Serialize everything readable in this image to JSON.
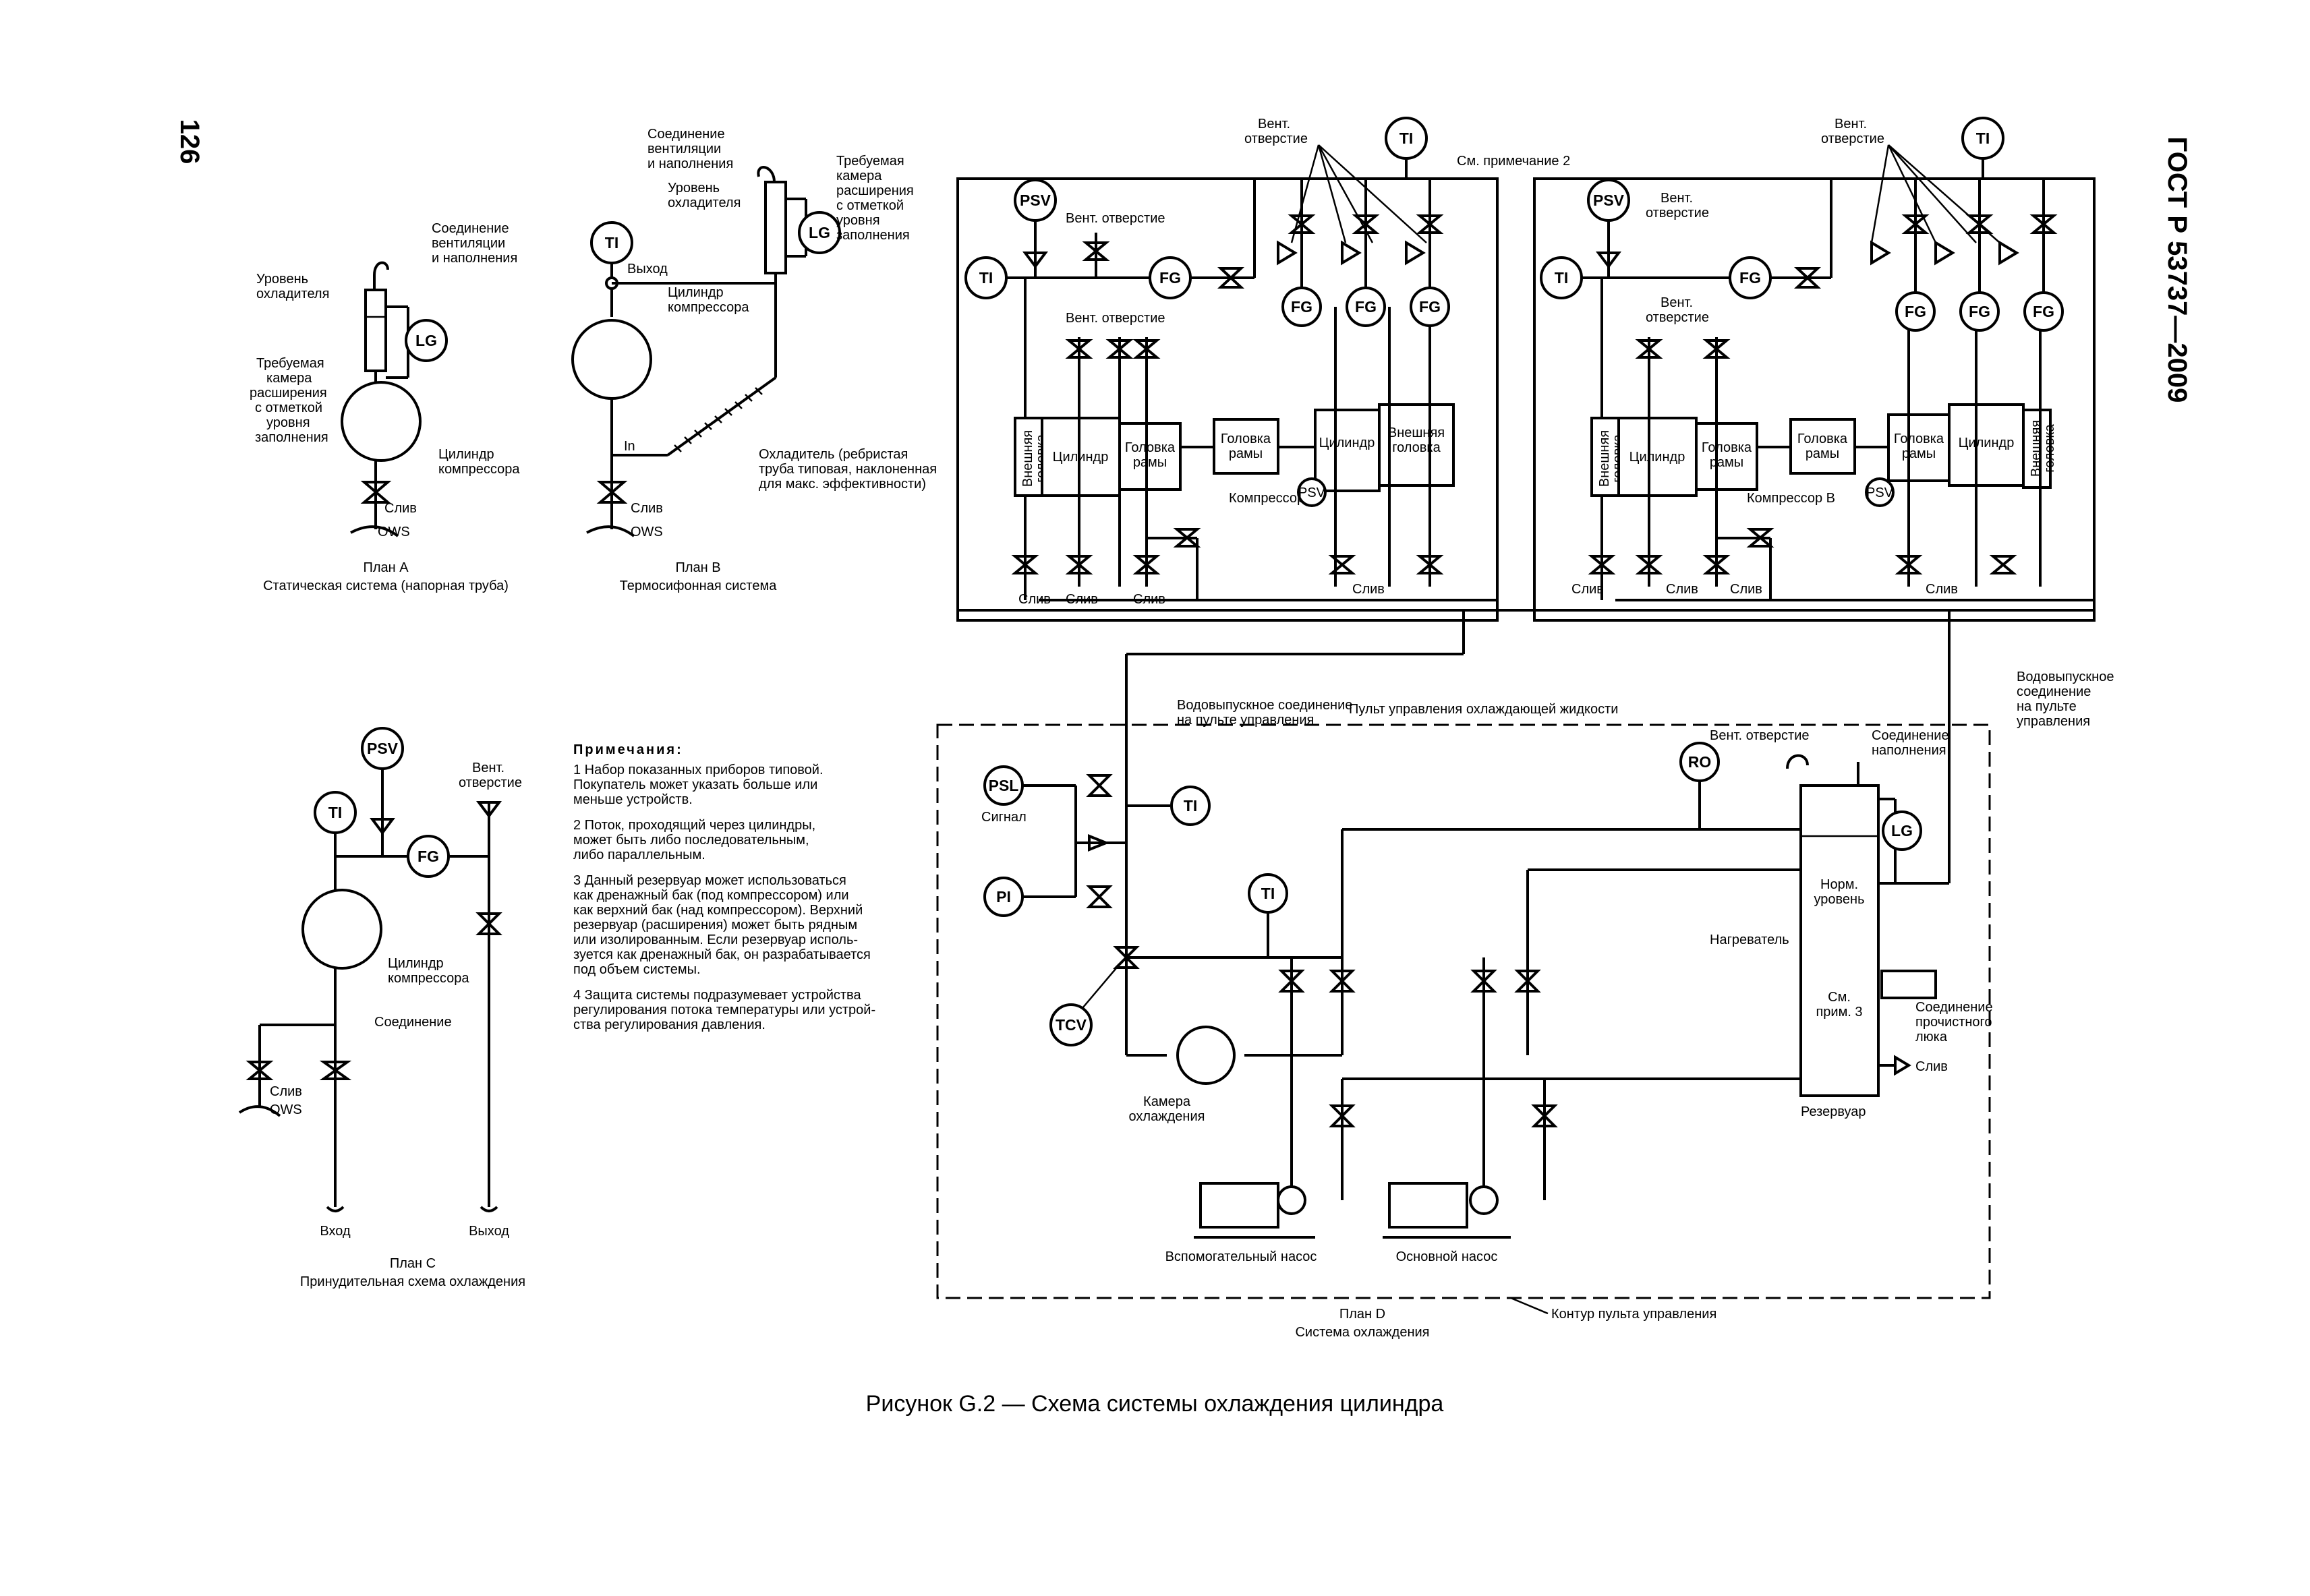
{
  "page_number": "126",
  "standard": "ГОСТ Р 53737—2009",
  "figure_caption": "Рисунок G.2 — Схема системы охлаждения цилиндра",
  "plan_a": {
    "title": "План А",
    "subtitle": "Статическая система (напорная труба)",
    "fill_vent": "Соединение\nвентиляции\nи наполнения",
    "coolant_level": "Уровень\nохладителя",
    "expansion": "Требуемая\nкамера\nрасширения\nс отметкой\nуровня\nзаполнения",
    "cylinder": "Цилиндр\nкомпрессора",
    "drain": "Слив",
    "ows": "OWS",
    "lg": "LG"
  },
  "plan_b": {
    "title": "План В",
    "subtitle": "Термосифонная система",
    "fill_vent": "Соединение\nвентиляции\nи наполнения",
    "coolant_level": "Уровень\nохладителя",
    "expansion": "Требуемая\nкамера\nрасширения\nс отметкой\nуровня\nзаполнения",
    "outlet": "Выход",
    "inlet": "In",
    "cylinder": "Цилиндр\nкомпрессора",
    "cooler": "Охладитель (ребристая\nтруба типовая, наклоненная\nдля макс. эффективности)",
    "drain": "Слив",
    "ows": "OWS",
    "ti": "TI",
    "lg": "LG"
  },
  "plan_c": {
    "title": "План С",
    "subtitle": "Принудительная схема охлаждения",
    "psv": "PSV",
    "ti": "TI",
    "fg": "FG",
    "vent": "Вент.\nотверстие",
    "cylinder": "Цилиндр\nкомпрессора",
    "connection": "Соединение",
    "drain": "Слив",
    "ows": "OWS",
    "inlet": "Вход",
    "outlet": "Выход"
  },
  "notes": {
    "heading": "Примечания:",
    "items": [
      "1 Набор показанных приборов типовой.\nПокупатель может указать больше или\nменьше устройств.",
      "2 Поток, проходящий через цилиндры,\nможет быть либо последовательным,\nлибо параллельным.",
      "3 Данный резервуар может использоваться\nкак дренажный бак (под компрессором) или\nкак верхний бак (над компрессором). Верхний\nрезервуар (расширения) может быть рядным\nили изолированным. Если резервуар исполь-\nзуется как дренажный бак, он разрабатывается\nпод объем системы.",
      "4 Защита системы подразумевает устройства\nрегулирования потока температуры или устрой-\nства регулирования давления."
    ]
  },
  "compressor_a": {
    "title": "Компрессор A",
    "vent_top": "Вент.\nотверстие",
    "see_note": "См. примечание 2",
    "vent": "Вент. отверстие",
    "vent2": "Вент. отверстие",
    "outer_head_left": "Внешняя\nголовка",
    "cylinder_left": "Цилиндр",
    "frame_head_left": "Головка\nрамы",
    "frame_head_mid": "Головка\nрамы",
    "cylinder_right": "Цилиндр",
    "outer_head_right": "Внешняя\nголовка",
    "drains": [
      "Слив",
      "Слив",
      "Слив",
      "Слив"
    ],
    "psv": "PSV",
    "psv_small": "PSV",
    "ti": "TI",
    "ti_top": "TI",
    "fg": "FG",
    "fg_list": [
      "FG",
      "FG",
      "FG"
    ]
  },
  "compressor_b": {
    "title": "Компрессор В",
    "vent_top": "Вент.\nотверстие",
    "vent": "Вент.\nотверстие",
    "vent2": "Вент.\nотверстие",
    "outer_head_left": "Внешняя\nголовка",
    "cylinder_left": "Цилиндр",
    "frame_head_left": "Головка\nрамы",
    "frame_head_mid": "Головка\nрамы",
    "frame_head_right": "Головка\nрамы",
    "cylinder_right": "Цилиндр",
    "outer_head_right": "Внешняя\nголовка",
    "drains": [
      "Слив",
      "Слив",
      "Слив",
      "Слив"
    ],
    "psv": "PSV",
    "psv_small": "PSV",
    "ti": "TI",
    "ti_top": "TI",
    "fg": "FG",
    "fg_list": [
      "FG",
      "FG",
      "FG"
    ]
  },
  "plan_d": {
    "title": "План D",
    "subtitle": "Система охлаждения",
    "panel_title": "Пульт управления охлаждающей жидкости",
    "drain_conn_left": "Водовыпускное соединение\nна пульте управления",
    "drain_conn_right": "Водовыпускное\nсоединение\nна пульте\nуправления",
    "panel_contour": "Контур пульта управления",
    "psl": "PSL",
    "signal": "Сигнал",
    "pi": "PI",
    "ti1": "TI",
    "ti2": "TI",
    "tcv": "TCV",
    "ro": "RO",
    "lg": "LG",
    "cooling_chamber": "Камера\nохлаждения",
    "aux_pump": "Вспомогательный насос",
    "main_pump": "Основной насос",
    "heater": "Нагреватель",
    "vent": "Вент. отверстие",
    "fill_conn": "Соединение\nнаполнения",
    "norm_level": "Норм.\nуровень",
    "see_note3": "См.\nприм. 3",
    "manhole": "Соединение\nпрочистного\nлюка",
    "drain": "Слив",
    "reservoir": "Резервуар"
  }
}
